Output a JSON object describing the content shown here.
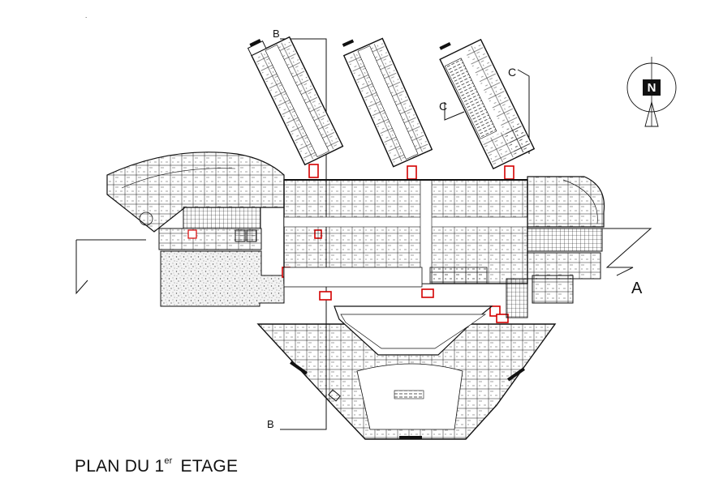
{
  "title": {
    "main": "PLAN DU 1",
    "superscript": "er",
    "suffix": "ETAGE"
  },
  "section_marks": {
    "b_top": "B",
    "b_bottom": "B",
    "c_left": "C",
    "c_right": "C",
    "a_right": "A"
  },
  "north_arrow": {
    "letter": "N",
    "icon": "north-arrow-icon"
  },
  "colors": {
    "line": "#111111",
    "accent": "#d40000",
    "hatch": "#9a9a9a",
    "background": "#ffffff"
  }
}
